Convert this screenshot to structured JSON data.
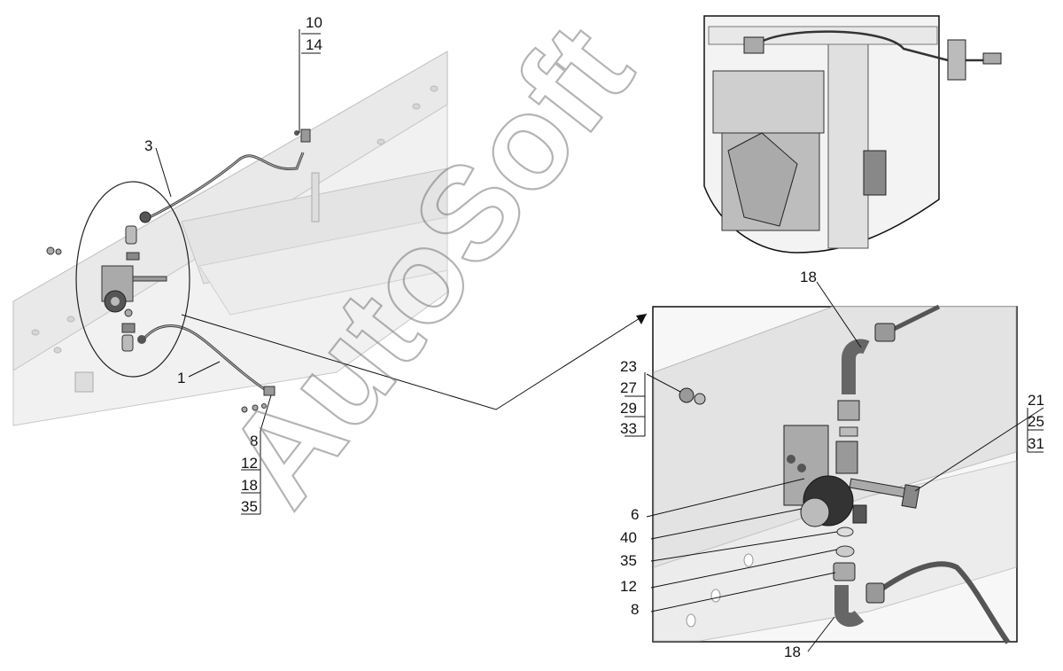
{
  "watermark": "AutoSoft",
  "callouts": {
    "main": {
      "c3": "3",
      "c1": "1",
      "c10": "10",
      "c14": "14",
      "c8": "8",
      "c12": "12",
      "c18": "18",
      "c35": "35"
    },
    "detail": {
      "c18_top": "18",
      "c23": "23",
      "c27": "27",
      "c29": "29",
      "c33": "33",
      "c21": "21",
      "c25": "25",
      "c31": "31",
      "c6": "6",
      "c40": "40",
      "c35": "35",
      "c12": "12",
      "c8": "8",
      "c18_bottom": "18"
    }
  }
}
